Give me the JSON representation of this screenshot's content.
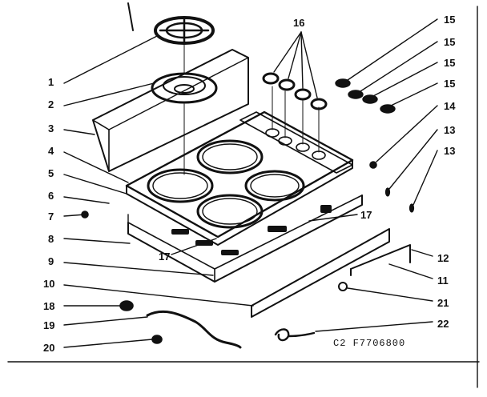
{
  "callouts": {
    "c1": "1",
    "c2": "2",
    "c3": "3",
    "c4": "4",
    "c5": "5",
    "c6": "6",
    "c7": "7",
    "c8": "8",
    "c9": "9",
    "c10": "10",
    "c11": "11",
    "c12": "12",
    "c13a": "13",
    "c13b": "13",
    "c14": "14",
    "c15a": "15",
    "c15b": "15",
    "c15c": "15",
    "c15d": "15",
    "c16": "16",
    "c17a": "17",
    "c17b": "17",
    "c18": "18",
    "c19": "19",
    "c20": "20",
    "c21": "21",
    "c22": "22"
  },
  "drawing_code": "C2 F7706800",
  "colors": {
    "ink": "#111111",
    "paper": "#ffffff"
  }
}
